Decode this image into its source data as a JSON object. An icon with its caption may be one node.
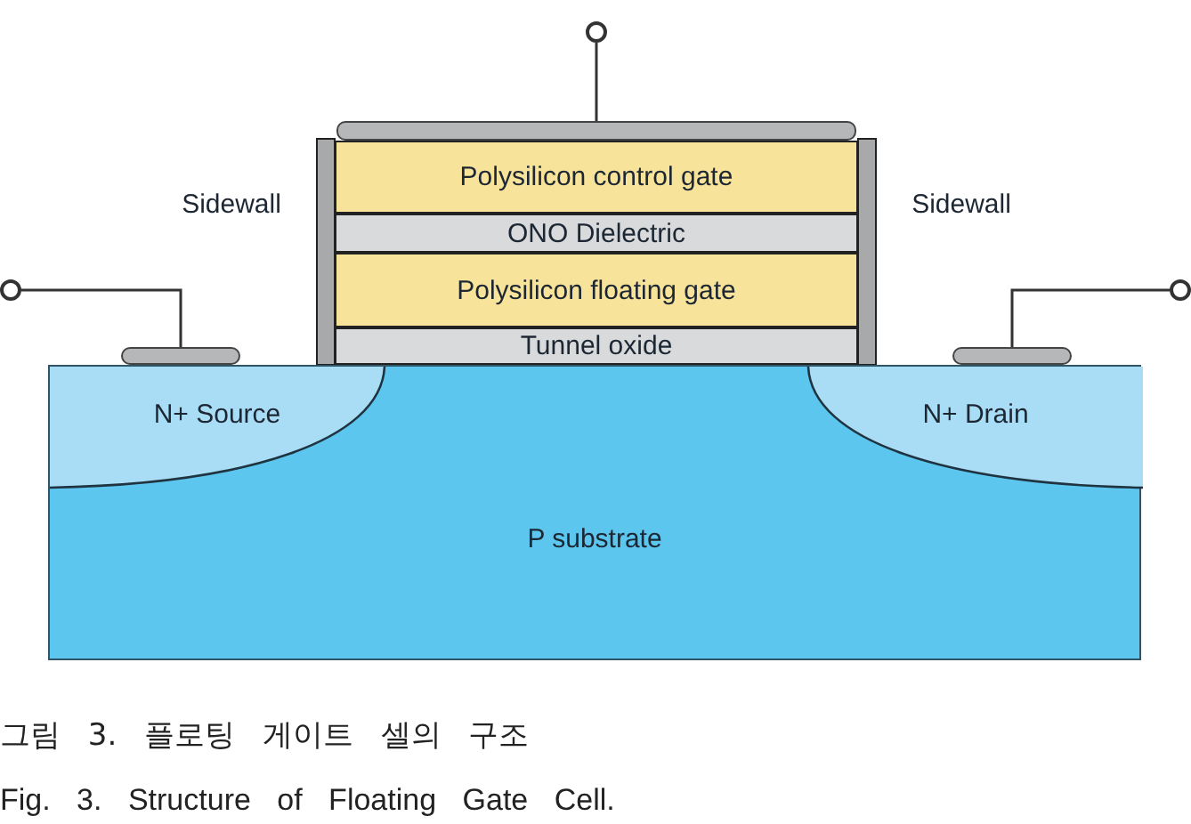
{
  "diagram": {
    "caption": "그림 3. 플로팅 게이트 셀의 구조",
    "nodes": [
      {
        "text": [
          "P substrate"
        ]
      },
      {
        "text": [
          "N+ Source"
        ],
        "in": 0
      },
      {
        "text": [
          "N+ Drain"
        ],
        "in": 0
      },
      {
        "text": [
          "Polysilicon control gate"
        ]
      },
      {
        "text": [
          "ONO Dielectric"
        ]
      },
      {
        "text": [
          "Polysilicon floating gate"
        ]
      },
      {
        "text": [
          "Tunnel oxide"
        ]
      },
      {
        "text": [],
        "shape": "circle"
      },
      {
        "text": [],
        "shape": "bar"
      },
      {
        "text": [],
        "shape": "circle"
      },
      {
        "text": [],
        "shape": "bar"
      },
      {
        "text": [],
        "shape": "circle"
      },
      {
        "text": [],
        "shape": "bar"
      }
    ],
    "edges": [
      {
        "from": 7,
        "to": 8,
        "arrow": "none"
      },
      {
        "from": 9,
        "to": 10,
        "arrow": "none"
      },
      {
        "from": 11,
        "to": 12,
        "arrow": "none"
      }
    ],
    "labels": [
      "Sidewall",
      "Sidewall",
      "Fig. 3. Structure of Floating Gate Cell."
    ]
  }
}
